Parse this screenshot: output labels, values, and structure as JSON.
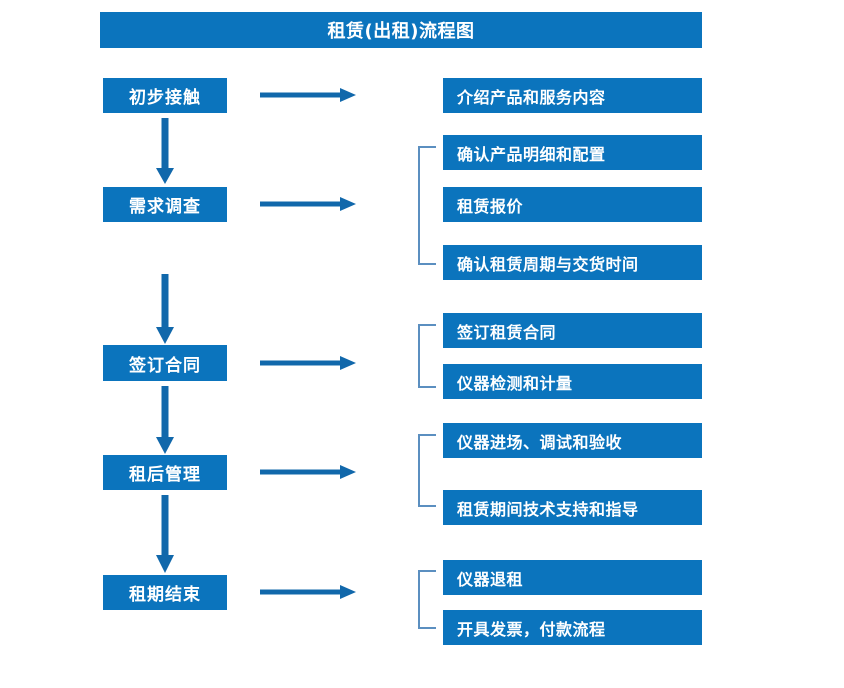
{
  "title": "租赁(出租)流程图",
  "colors": {
    "box_blue": "#0b74bd",
    "bracket_blue": "#5b8fc0",
    "arrow_blue": "#1168ab",
    "text_white": "#ffffff",
    "background": "#ffffff"
  },
  "chart_data": {
    "type": "diagram",
    "title": "租赁(出租)流程图",
    "stages": [
      {
        "label": "初步接触",
        "details": [
          "介绍产品和服务内容"
        ]
      },
      {
        "label": "需求调查",
        "details": [
          "确认产品明细和配置",
          "租赁报价",
          "确认租赁周期与交货时间"
        ]
      },
      {
        "label": "签订合同",
        "details": [
          "签订租赁合同",
          "仪器检测和计量"
        ]
      },
      {
        "label": "租后管理",
        "details": [
          "仪器进场、调试和验收",
          "租赁期间技术支持和指导"
        ]
      },
      {
        "label": "租期结束",
        "details": [
          "仪器退租",
          "开具发票，付款流程"
        ]
      }
    ]
  },
  "stages": [
    {
      "label": "初步接触"
    },
    {
      "label": "需求调查"
    },
    {
      "label": "签订合同"
    },
    {
      "label": "租后管理"
    },
    {
      "label": "租期结束"
    }
  ],
  "details": [
    {
      "label": "介绍产品和服务内容"
    },
    {
      "label": "确认产品明细和配置"
    },
    {
      "label": "租赁报价"
    },
    {
      "label": "确认租赁周期与交货时间"
    },
    {
      "label": "签订租赁合同"
    },
    {
      "label": "仪器检测和计量"
    },
    {
      "label": "仪器进场、调试和验收"
    },
    {
      "label": "租赁期间技术支持和指导"
    },
    {
      "label": "仪器退租"
    },
    {
      "label": "开具发票，付款流程"
    }
  ]
}
